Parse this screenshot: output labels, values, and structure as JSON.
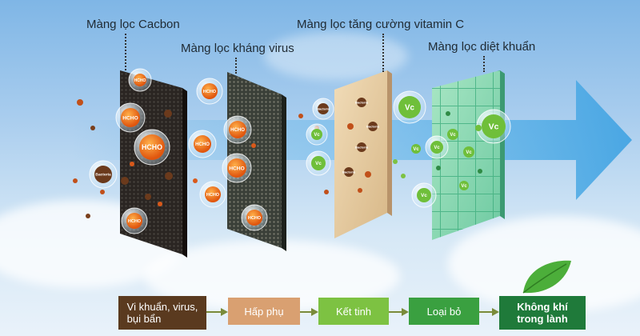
{
  "labels": {
    "carbon": "Màng lọc Cacbon",
    "antivirus": "Màng lọc kháng virus",
    "vitamin_c": "Màng lọc tăng cường vitamin C",
    "antibacterial": "Màng lọc diệt khuẩn"
  },
  "particles": {
    "hcho": "HCHO",
    "bacteria": "Bacteria",
    "vc": "Vc"
  },
  "flow_steps": [
    {
      "line1": "Vi khuẩn, virus,",
      "line2": "bụi bẩn"
    },
    {
      "line1": "Hấp phụ",
      "line2": ""
    },
    {
      "line1": "Kết tinh",
      "line2": ""
    },
    {
      "line1": "Loại bỏ",
      "line2": ""
    },
    {
      "line1": "Không khí",
      "line2": "trong lành"
    }
  ],
  "colors": {
    "step1": "#5a3a1f",
    "step2": "#d9a071",
    "step3": "#7dc242",
    "step4": "#3aa040",
    "step5": "#1f7a3a",
    "arrow": "#4aa8e0"
  }
}
